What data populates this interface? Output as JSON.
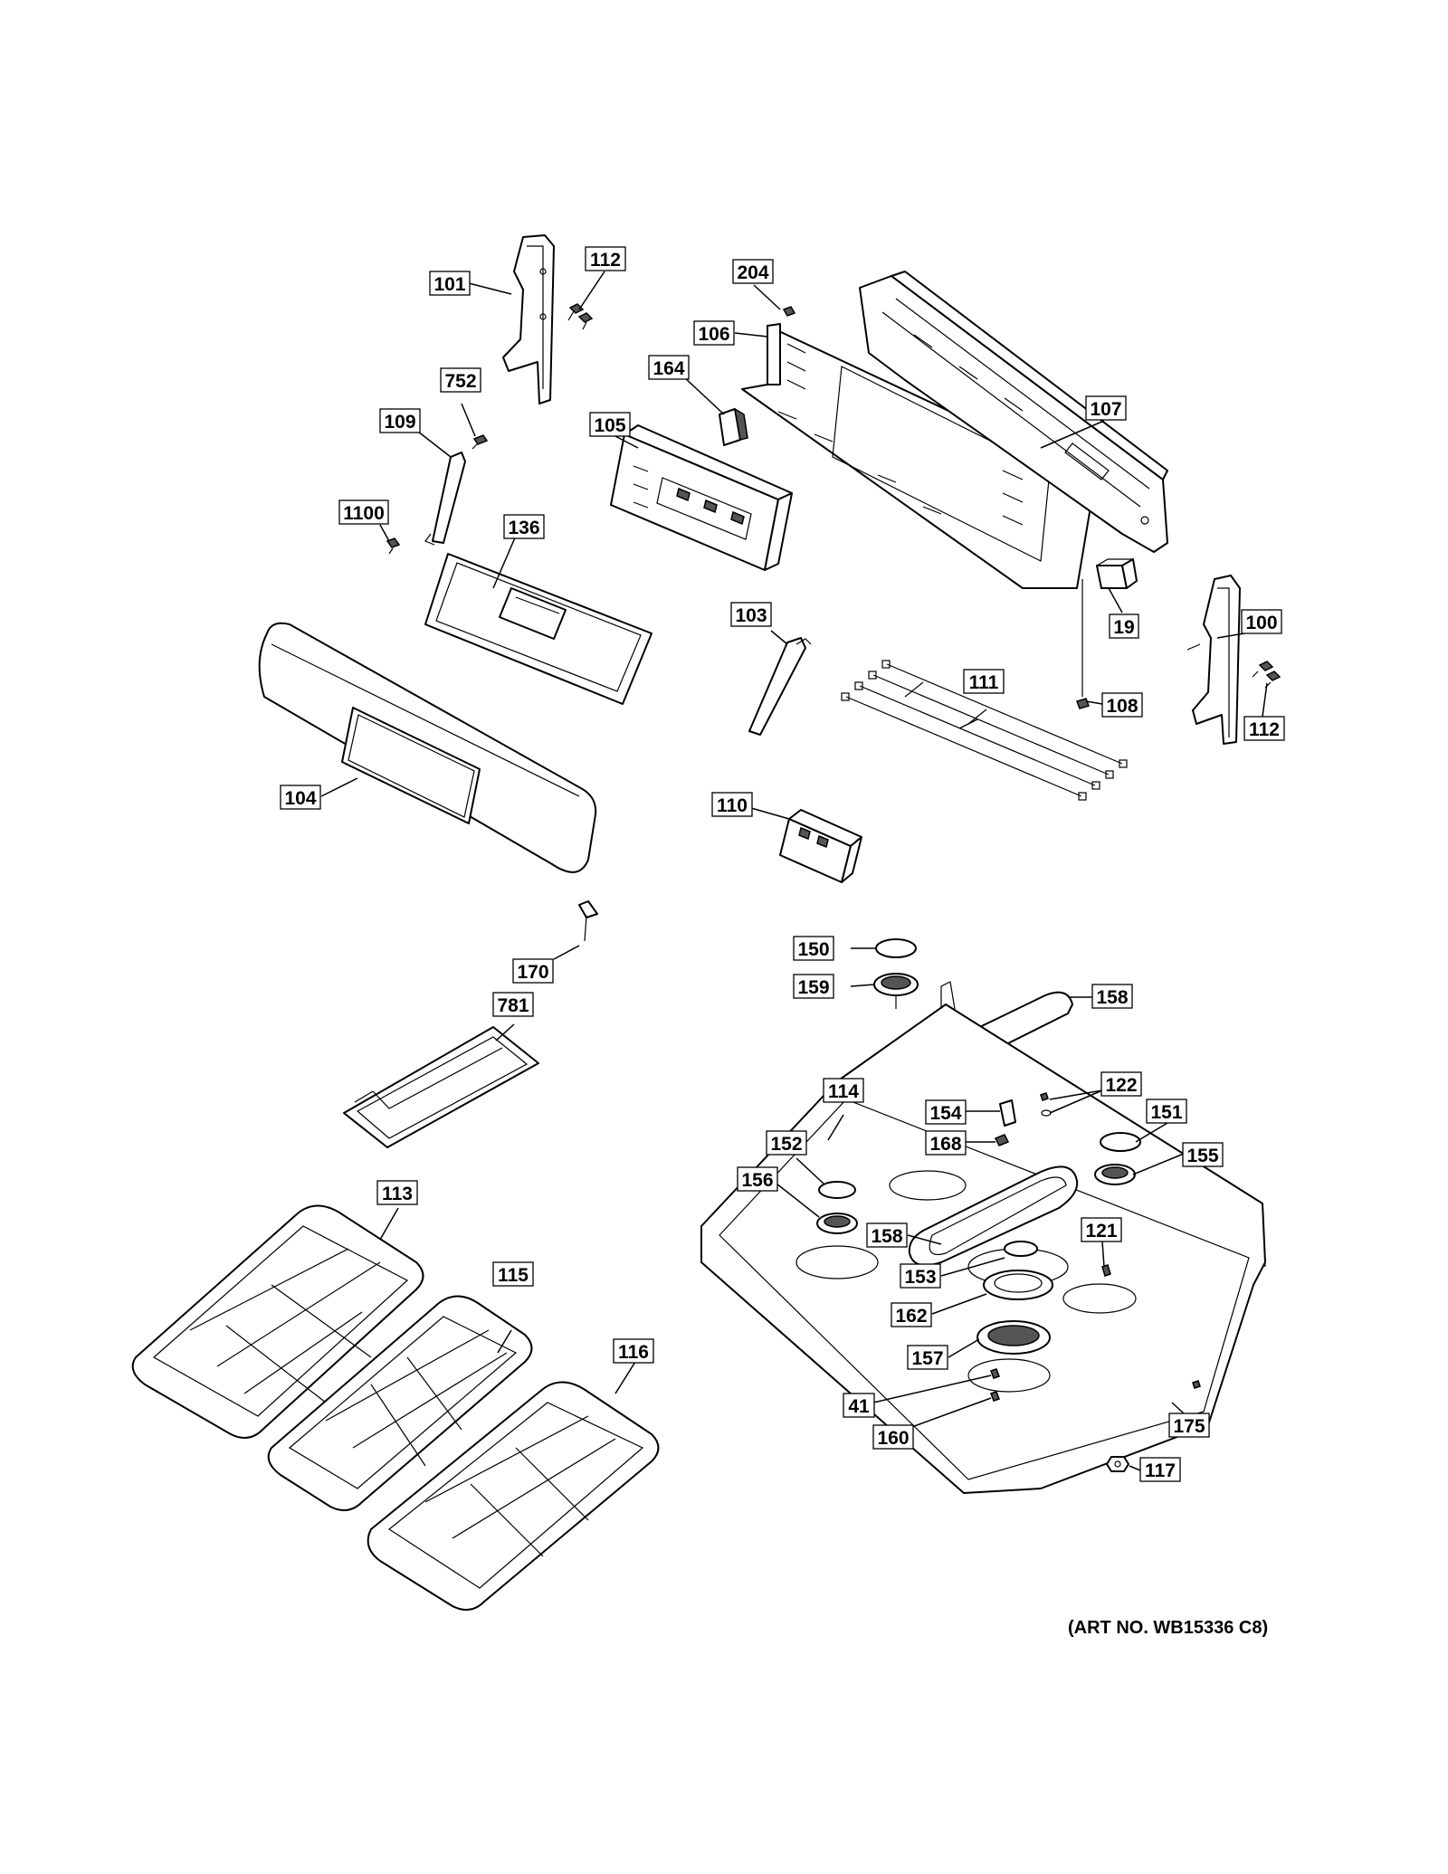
{
  "art_number": "(ART NO. WB15336 C8)",
  "callouts": [
    {
      "id": "c101",
      "label": "101"
    },
    {
      "id": "c112a",
      "label": "112"
    },
    {
      "id": "c204",
      "label": "204"
    },
    {
      "id": "c106",
      "label": "106"
    },
    {
      "id": "c752",
      "label": "752"
    },
    {
      "id": "c164",
      "label": "164"
    },
    {
      "id": "c105",
      "label": "105"
    },
    {
      "id": "c109",
      "label": "109"
    },
    {
      "id": "c107",
      "label": "107"
    },
    {
      "id": "c1100",
      "label": "1100"
    },
    {
      "id": "c136",
      "label": "136"
    },
    {
      "id": "c19",
      "label": "19"
    },
    {
      "id": "c103",
      "label": "103"
    },
    {
      "id": "c100",
      "label": "100"
    },
    {
      "id": "c111",
      "label": "111"
    },
    {
      "id": "c108",
      "label": "108"
    },
    {
      "id": "c112b",
      "label": "112"
    },
    {
      "id": "c104",
      "label": "104"
    },
    {
      "id": "c110",
      "label": "110"
    },
    {
      "id": "c150",
      "label": "150"
    },
    {
      "id": "c170",
      "label": "170"
    },
    {
      "id": "c159",
      "label": "159"
    },
    {
      "id": "c158a",
      "label": "158"
    },
    {
      "id": "c781",
      "label": "781"
    },
    {
      "id": "c122",
      "label": "122"
    },
    {
      "id": "c114",
      "label": "114"
    },
    {
      "id": "c154",
      "label": "154"
    },
    {
      "id": "c151",
      "label": "151"
    },
    {
      "id": "c152",
      "label": "152"
    },
    {
      "id": "c168",
      "label": "168"
    },
    {
      "id": "c155",
      "label": "155"
    },
    {
      "id": "c113",
      "label": "113"
    },
    {
      "id": "c156",
      "label": "156"
    },
    {
      "id": "c158b",
      "label": "158"
    },
    {
      "id": "c121",
      "label": "121"
    },
    {
      "id": "c115",
      "label": "115"
    },
    {
      "id": "c153",
      "label": "153"
    },
    {
      "id": "c162",
      "label": "162"
    },
    {
      "id": "c116",
      "label": "116"
    },
    {
      "id": "c157",
      "label": "157"
    },
    {
      "id": "c41",
      "label": "41"
    },
    {
      "id": "c175",
      "label": "175"
    },
    {
      "id": "c160",
      "label": "160"
    },
    {
      "id": "c117",
      "label": "117"
    }
  ]
}
